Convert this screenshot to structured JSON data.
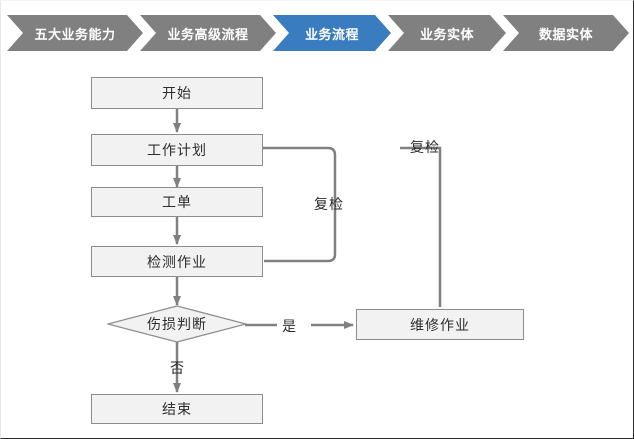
{
  "breadcrumb": {
    "items": [
      {
        "label": "五大业务能力",
        "state": "inactive",
        "color": "#808080"
      },
      {
        "label": "业务高级流程",
        "state": "inactive",
        "color": "#808080"
      },
      {
        "label": "业务流程",
        "state": "active",
        "color": "#3a7cc0"
      },
      {
        "label": "业务实体",
        "state": "inactive",
        "color": "#808080"
      },
      {
        "label": "数据实体",
        "state": "inactive",
        "color": "#808080"
      }
    ]
  },
  "flowchart": {
    "node_fill": "#f2f2f2",
    "node_border": "#8c8c8c",
    "connector_color": "#808080",
    "nodes": [
      {
        "id": "start",
        "label": "开始",
        "shape": "rect"
      },
      {
        "id": "work_plan",
        "label": "工作计划",
        "shape": "rect"
      },
      {
        "id": "work_order",
        "label": "工单",
        "shape": "rect"
      },
      {
        "id": "inspection",
        "label": "检测作业",
        "shape": "rect"
      },
      {
        "id": "decision",
        "label": "伤损判断",
        "shape": "diamond"
      },
      {
        "id": "repair",
        "label": "维修作业",
        "shape": "rect"
      },
      {
        "id": "end",
        "label": "结束",
        "shape": "rect"
      }
    ],
    "edge_labels": {
      "recheck_inner": "复检",
      "recheck_outer": "复检",
      "yes": "是",
      "no": "否"
    }
  }
}
